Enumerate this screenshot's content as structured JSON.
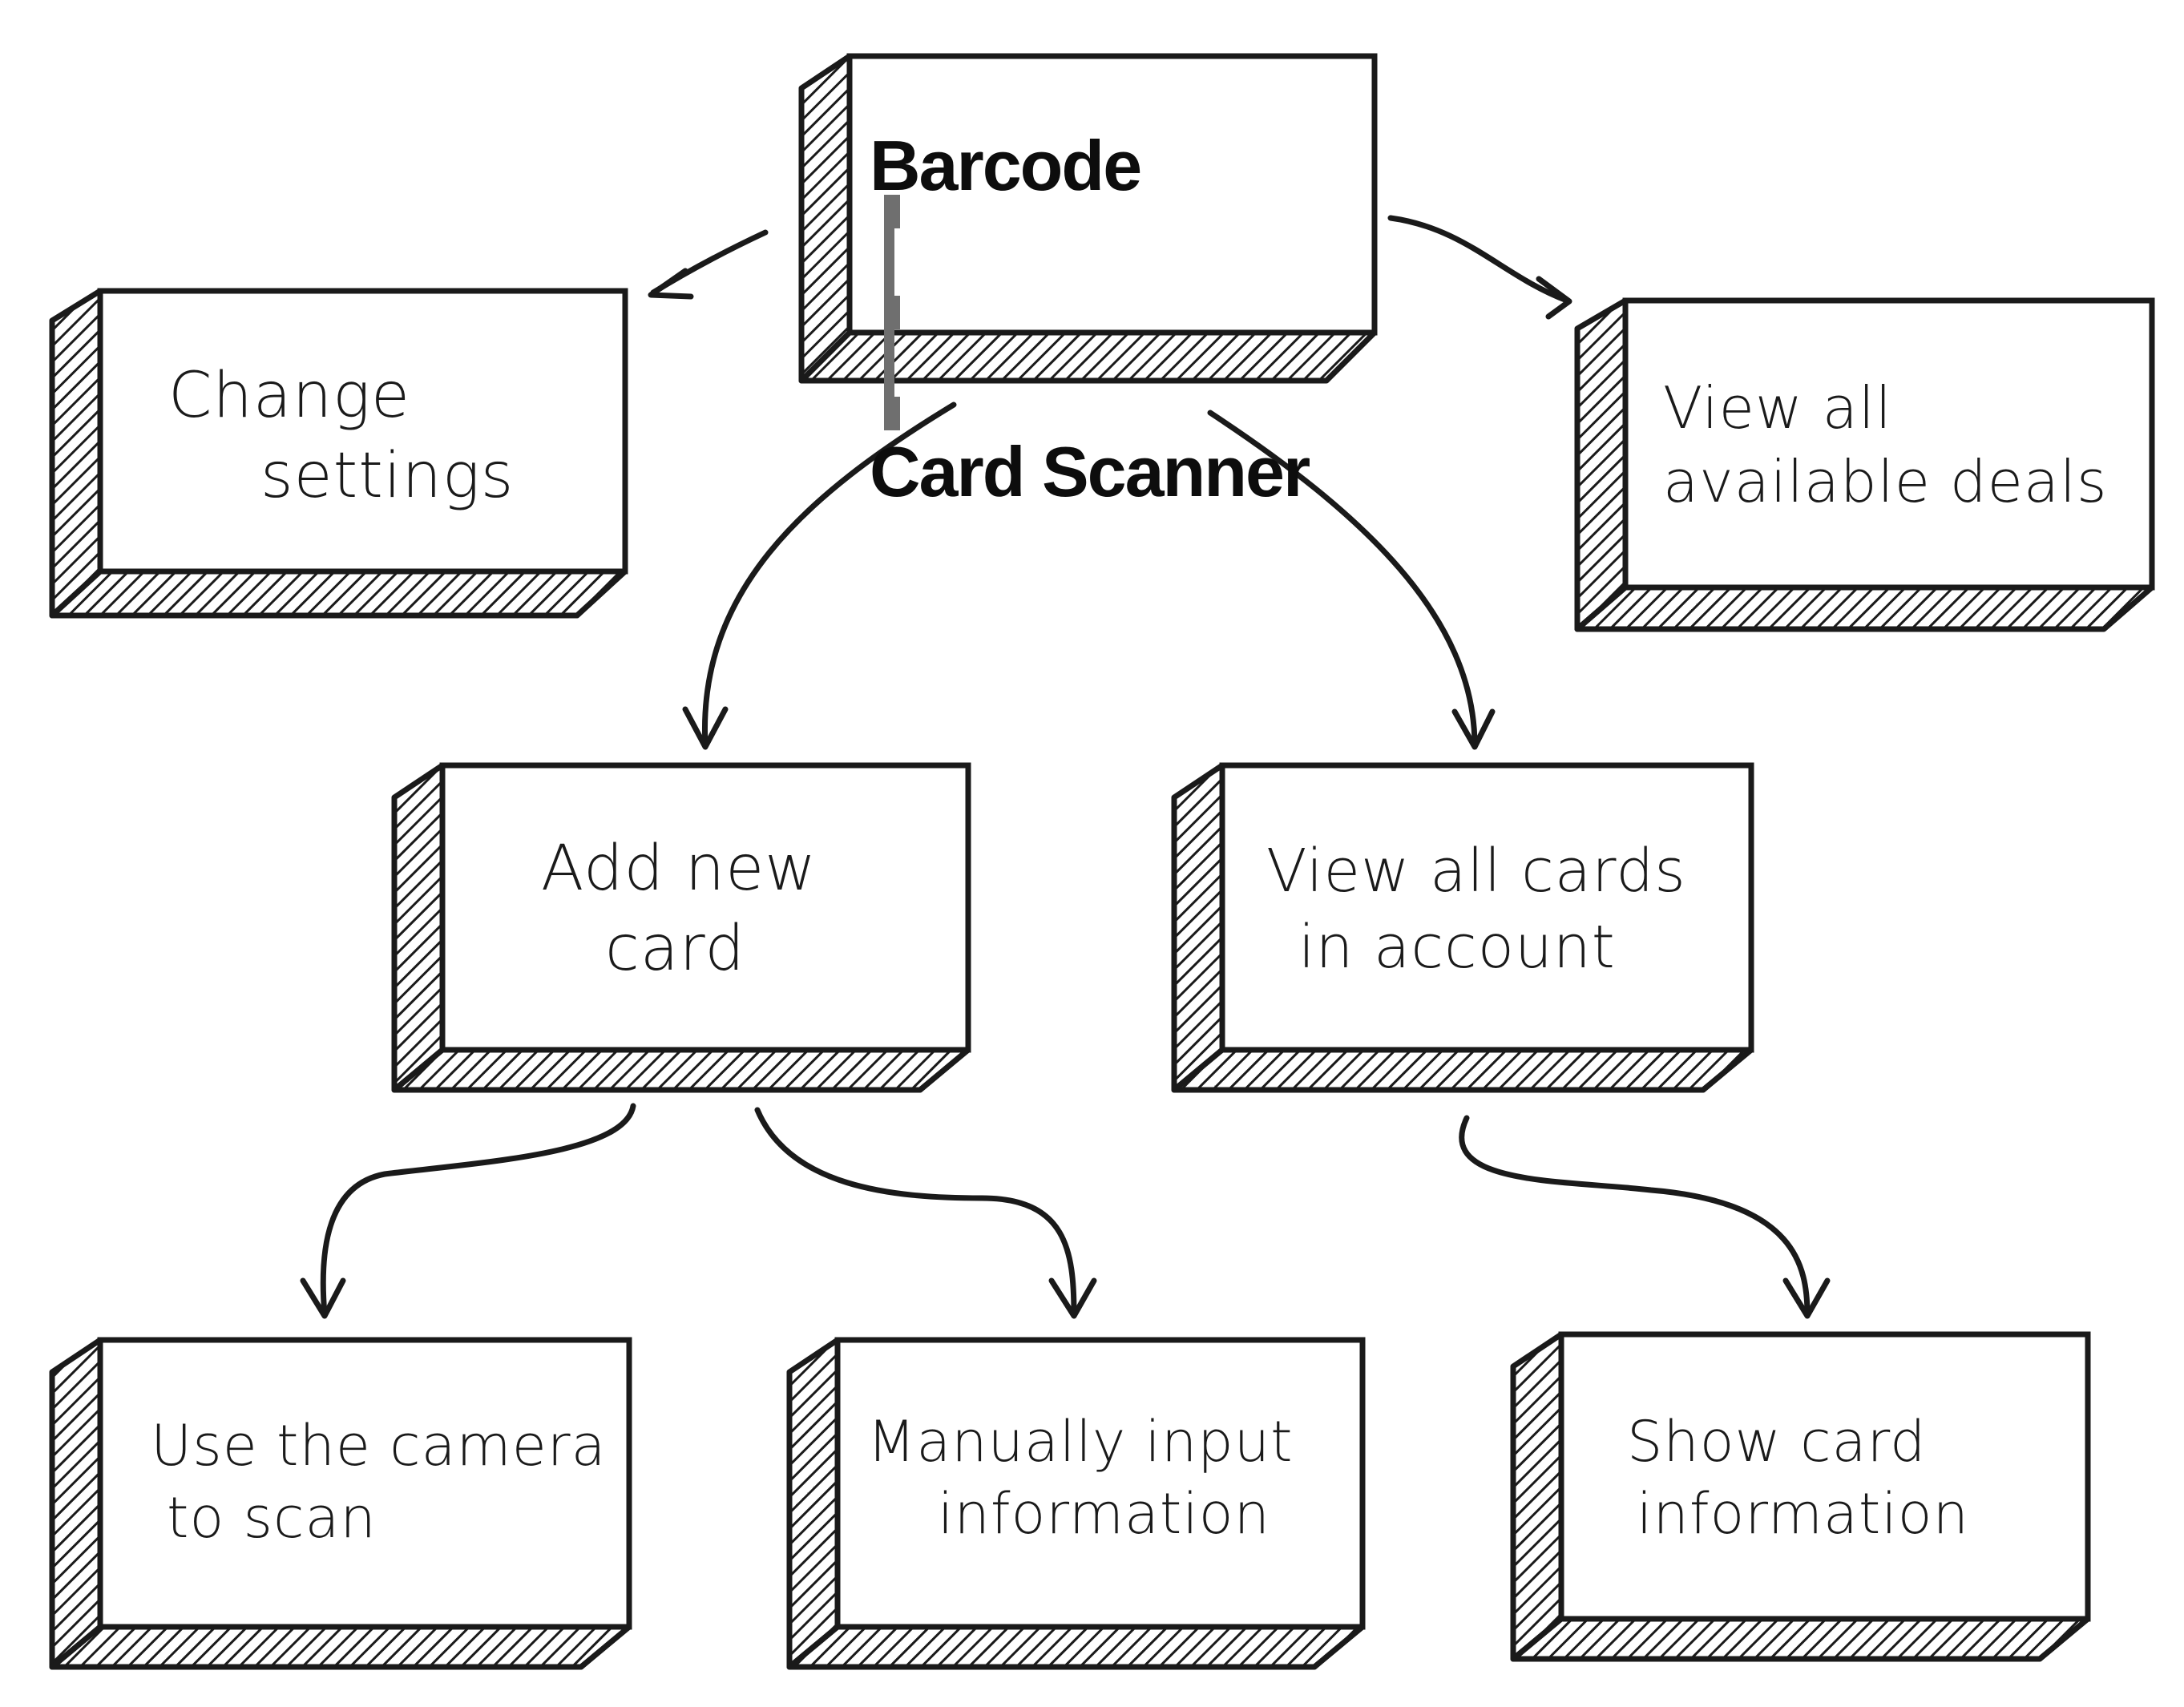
{
  "colors": {
    "ink": "#1a1a1a",
    "paper": "#ffffff",
    "barcode": "#6f6f6f"
  },
  "root": {
    "line1": "Barcode",
    "line2": "Card Scanner"
  },
  "nodes": {
    "change_settings": {
      "line1": "Change",
      "line2": "settings"
    },
    "view_deals": {
      "line1": "View all",
      "line2": "available deals"
    },
    "add_card": {
      "line1": "Add new",
      "line2": "card"
    },
    "view_cards": {
      "line1": "View all cards",
      "line2": "in account"
    },
    "camera_scan": {
      "line1": "Use the camera",
      "line2": "to scan"
    },
    "manual_input": {
      "line1": "Manually input",
      "line2": "information"
    },
    "show_info": {
      "line1": "Show card",
      "line2": "information"
    }
  },
  "edges": [
    {
      "from": "root",
      "to": "change_settings"
    },
    {
      "from": "root",
      "to": "view_deals"
    },
    {
      "from": "root",
      "to": "add_card"
    },
    {
      "from": "root",
      "to": "view_cards"
    },
    {
      "from": "add_card",
      "to": "camera_scan"
    },
    {
      "from": "add_card",
      "to": "manual_input"
    },
    {
      "from": "view_cards",
      "to": "show_info"
    }
  ]
}
